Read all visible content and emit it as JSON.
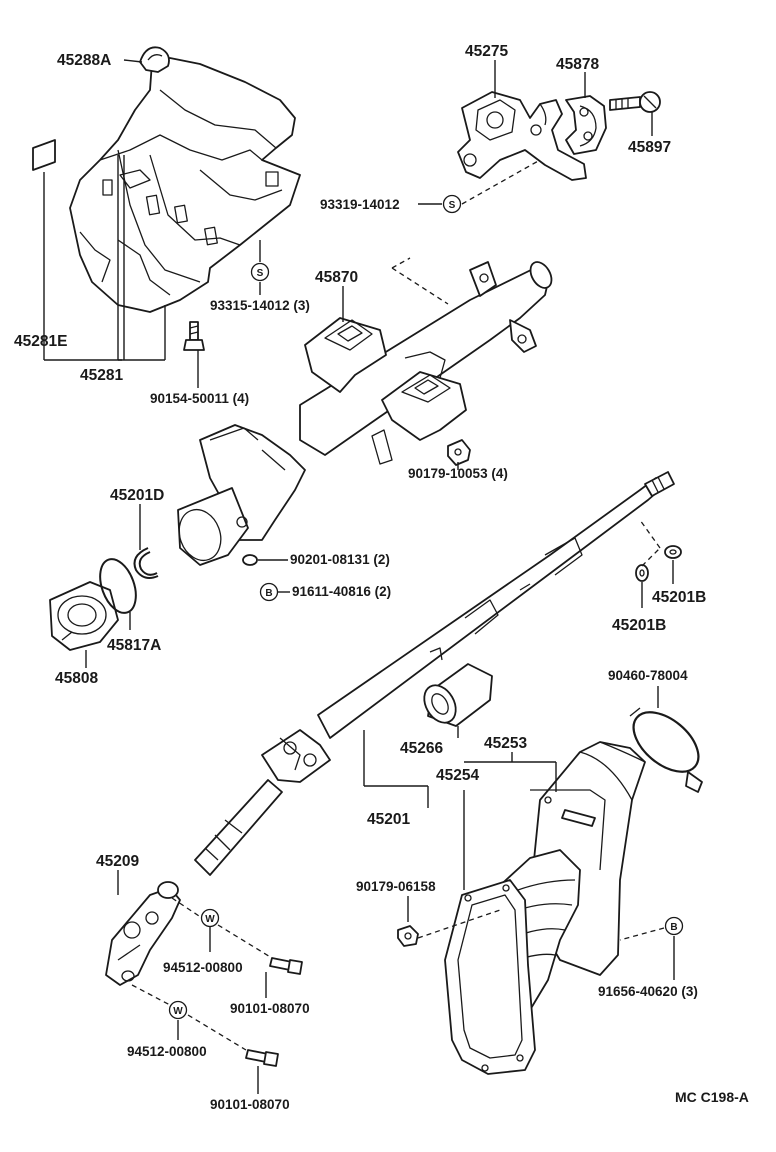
{
  "diagram": {
    "reference_code": "MC C198-A",
    "parts": [
      {
        "id": "p45288A",
        "number": "45288A"
      },
      {
        "id": "p45281E",
        "number": "45281E"
      },
      {
        "id": "p45281",
        "number": "45281"
      },
      {
        "id": "p93315",
        "number": "93315-14012 (3)"
      },
      {
        "id": "p90154",
        "number": "90154-50011 (4)"
      },
      {
        "id": "p45275",
        "number": "45275"
      },
      {
        "id": "p45878",
        "number": "45878"
      },
      {
        "id": "p45897",
        "number": "45897"
      },
      {
        "id": "p93319",
        "number": "93319-14012"
      },
      {
        "id": "p45870",
        "number": "45870"
      },
      {
        "id": "p90179a",
        "number": "90179-10053 (4)"
      },
      {
        "id": "p45201D",
        "number": "45201D"
      },
      {
        "id": "p90201",
        "number": "90201-08131 (2)"
      },
      {
        "id": "p91611",
        "number": "91611-40816 (2)"
      },
      {
        "id": "p45808",
        "number": "45808"
      },
      {
        "id": "p45817A",
        "number": "45817A"
      },
      {
        "id": "p45201Ba",
        "number": "45201B"
      },
      {
        "id": "p45201Bb",
        "number": "45201B"
      },
      {
        "id": "p90460",
        "number": "90460-78004"
      },
      {
        "id": "p45266",
        "number": "45266"
      },
      {
        "id": "p45253",
        "number": "45253"
      },
      {
        "id": "p45254",
        "number": "45254"
      },
      {
        "id": "p45201",
        "number": "45201"
      },
      {
        "id": "p45209",
        "number": "45209"
      },
      {
        "id": "p90179b",
        "number": "90179-06158"
      },
      {
        "id": "p94512a",
        "number": "94512-00800"
      },
      {
        "id": "p90101a",
        "number": "90101-08070"
      },
      {
        "id": "p94512b",
        "number": "94512-00800"
      },
      {
        "id": "p90101b",
        "number": "90101-08070"
      },
      {
        "id": "p91656",
        "number": "91656-40620 (3)"
      }
    ],
    "symbols": {
      "s_mark": "S",
      "b_mark": "B",
      "w_mark": "W"
    }
  }
}
